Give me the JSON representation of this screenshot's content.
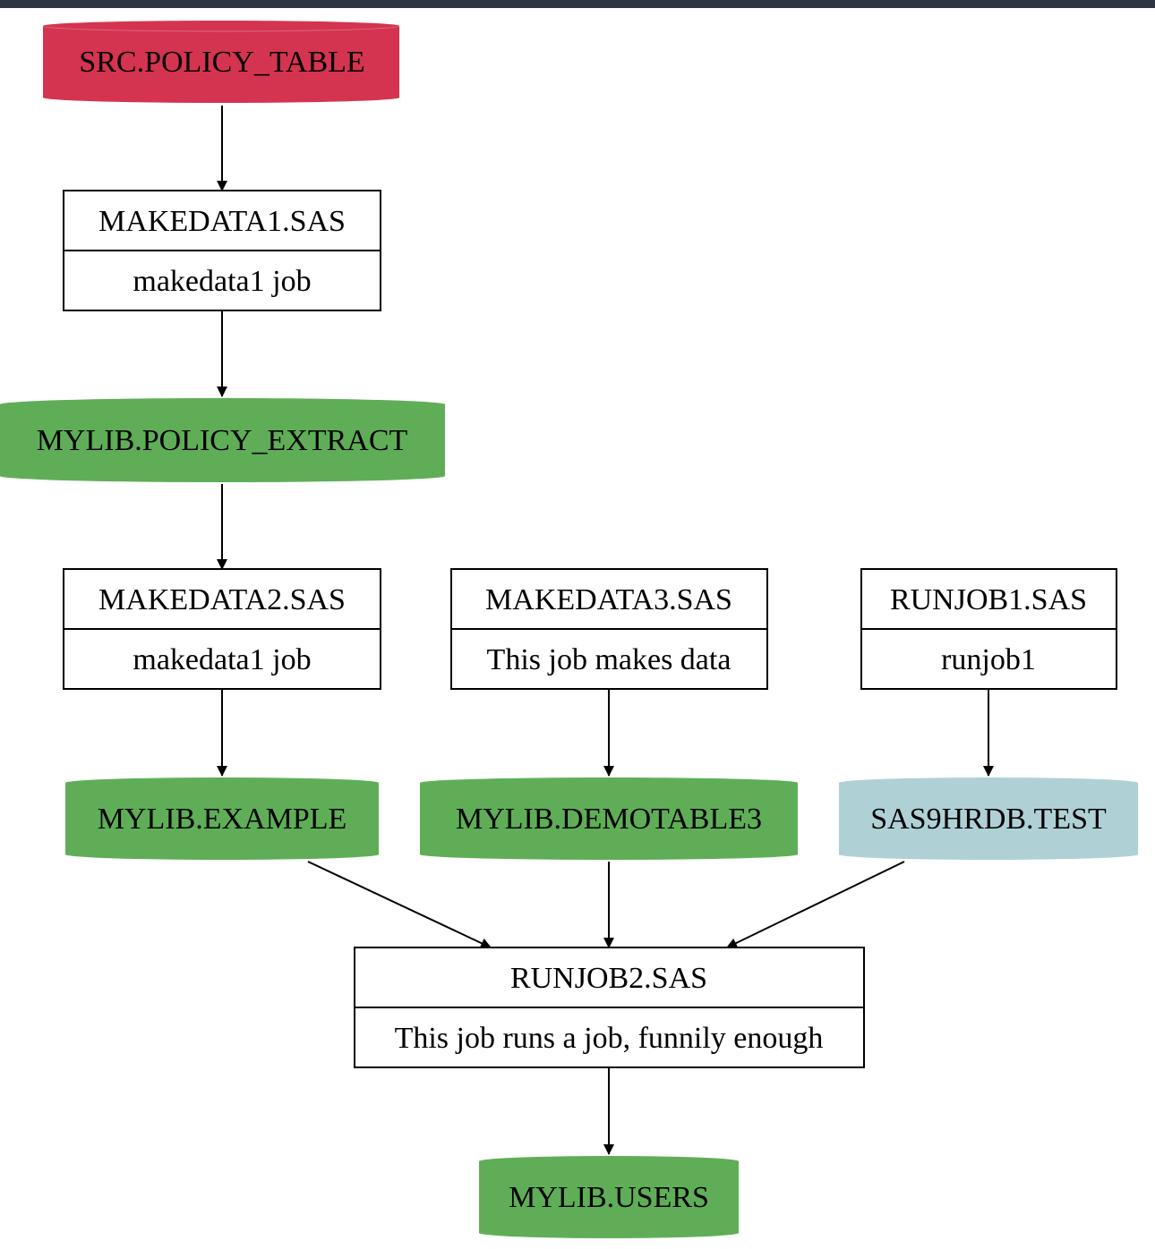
{
  "colors": {
    "source": "#d4344f",
    "output": "#5fae57",
    "external": "#afd1d6",
    "job_border": "#000000",
    "edge": "#000000",
    "topbar": "#2e3442"
  },
  "nodes": {
    "src_policy_table": {
      "label": "SRC.POLICY_TABLE",
      "kind": "source"
    },
    "makedata1": {
      "title": "MAKEDATA1.SAS",
      "desc": "makedata1 job",
      "kind": "job"
    },
    "mylib_policy_extract": {
      "label": "MYLIB.POLICY_EXTRACT",
      "kind": "output"
    },
    "makedata2": {
      "title": "MAKEDATA2.SAS",
      "desc": "makedata1 job",
      "kind": "job"
    },
    "makedata3": {
      "title": "MAKEDATA3.SAS",
      "desc": "This job makes data",
      "kind": "job"
    },
    "runjob1": {
      "title": "RUNJOB1.SAS",
      "desc": "runjob1",
      "kind": "job"
    },
    "mylib_example": {
      "label": "MYLIB.EXAMPLE",
      "kind": "output"
    },
    "mylib_demotable3": {
      "label": "MYLIB.DEMOTABLE3",
      "kind": "output"
    },
    "sas9hrdb_test": {
      "label": "SAS9HRDB.TEST",
      "kind": "external"
    },
    "runjob2": {
      "title": "RUNJOB2.SAS",
      "desc": "This job runs a job, funnily enough",
      "kind": "job"
    },
    "mylib_users": {
      "label": "MYLIB.USERS",
      "kind": "output"
    }
  },
  "edges": [
    {
      "from": "src_policy_table",
      "to": "makedata1"
    },
    {
      "from": "makedata1",
      "to": "mylib_policy_extract"
    },
    {
      "from": "mylib_policy_extract",
      "to": "makedata2"
    },
    {
      "from": "makedata2",
      "to": "mylib_example"
    },
    {
      "from": "makedata3",
      "to": "mylib_demotable3"
    },
    {
      "from": "runjob1",
      "to": "sas9hrdb_test"
    },
    {
      "from": "mylib_example",
      "to": "runjob2"
    },
    {
      "from": "mylib_demotable3",
      "to": "runjob2"
    },
    {
      "from": "sas9hrdb_test",
      "to": "runjob2"
    },
    {
      "from": "runjob2",
      "to": "mylib_users"
    }
  ]
}
